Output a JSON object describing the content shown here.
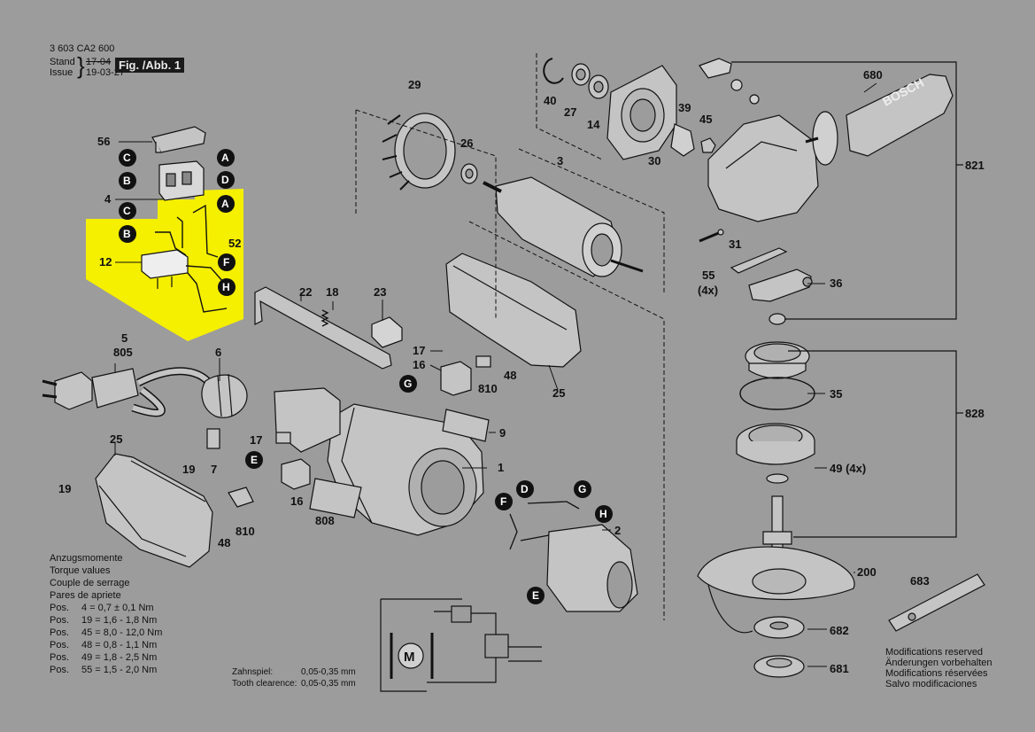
{
  "header": {
    "doc_number": "3 603 CA2 600",
    "stand_label": "Stand",
    "stand_value": "17-04",
    "issue_label": "Issue",
    "issue_value": "19-03-27",
    "fig_label": "Fig. /Abb. 1"
  },
  "part_labels": {
    "p56": "56",
    "p4": "4",
    "p12": "12",
    "p52": "52",
    "p5": "5",
    "p805": "805",
    "p6": "6",
    "p25a": "25",
    "p19a": "19",
    "p7": "7",
    "p17a": "17",
    "p19b": "19",
    "p16a": "16",
    "p48a": "48",
    "p810a": "810",
    "p808": "808",
    "p29": "29",
    "p26": "26",
    "p3": "3",
    "p22": "22",
    "p18": "18",
    "p23": "23",
    "p17b": "17",
    "p16b": "16",
    "p810b": "810",
    "p48b": "48",
    "p25b": "25",
    "p9": "9",
    "p1": "1",
    "p2": "2",
    "p40": "40",
    "p27": "27",
    "p14": "14",
    "p39": "39",
    "p45": "45",
    "p30": "30",
    "p680": "680",
    "p821": "821",
    "p31": "31",
    "p55": "55",
    "p55q": "(4x)",
    "p36": "36",
    "p35": "35",
    "p828": "828",
    "p49": "49 (4x)",
    "p200": "200",
    "p683": "683",
    "p682": "682",
    "p681": "681"
  },
  "connector_letters": {
    "a1": "A",
    "a2": "A",
    "b1": "B",
    "b2": "B",
    "c1": "C",
    "c2": "C",
    "d1": "D",
    "d2": "D",
    "e1": "E",
    "e2": "E",
    "f1": "F",
    "f2": "F",
    "g1": "G",
    "g2": "G",
    "h1": "H",
    "h2": "H",
    "motor": "M"
  },
  "brand_text": "BOSCH",
  "torque": {
    "titles": [
      "Anzugsmomente",
      "Torque values",
      "Couple de serrage",
      "Pares de apriete"
    ],
    "rows": [
      {
        "pos": "Pos.",
        "value": "4 = 0,7 ± 0,1 Nm"
      },
      {
        "pos": "Pos.",
        "value": "19 = 1,6 - 1,8 Nm"
      },
      {
        "pos": "Pos.",
        "value": "45 = 8,0 - 12,0 Nm"
      },
      {
        "pos": "Pos.",
        "value": "48 = 0,8 - 1,1 Nm"
      },
      {
        "pos": "Pos.",
        "value": "49 = 1,8 - 2,5 Nm"
      },
      {
        "pos": "Pos.",
        "value": "55 = 1,5 - 2,0 Nm"
      }
    ]
  },
  "tooth": {
    "de_label": "Zahnspiel:",
    "de_value": "0,05-0,35 mm",
    "en_label": "Tooth clearence:",
    "en_value": "0,05-0,35 mm"
  },
  "modifications": [
    "Modifications reserved",
    "Änderungen vorbehalten",
    "Modifications réservées",
    "Salvo modificaciones"
  ],
  "colors": {
    "background": "#9c9c9c",
    "highlight": "#f5ef00",
    "ink": "#111111",
    "part_fill": "#c4c4c4"
  }
}
